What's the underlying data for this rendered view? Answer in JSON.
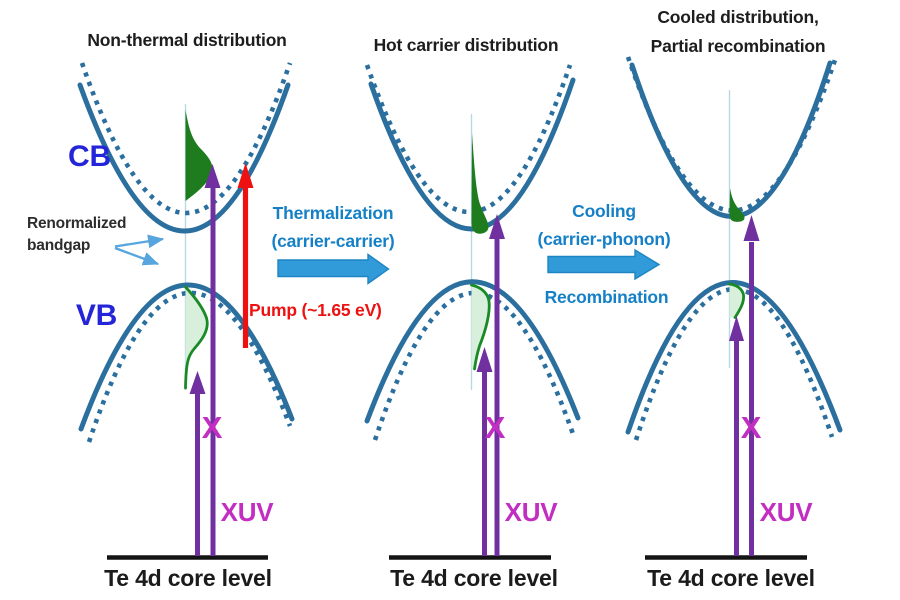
{
  "diagram": {
    "panels": [
      {
        "title": "Non-thermal distribution",
        "x_label": "X",
        "xuv_label": "XUV",
        "core_label": "Te 4d core level"
      },
      {
        "title": "Hot carrier distribution",
        "x_label": "X",
        "xuv_label": "XUV",
        "core_label": "Te 4d core level"
      },
      {
        "title_line1": "Cooled distribution,",
        "title_line2": "Partial recombination",
        "x_label": "X",
        "xuv_label": "XUV",
        "core_label": "Te 4d core level"
      }
    ],
    "band_labels": {
      "cb": "CB",
      "vb": "VB"
    },
    "renormalized": {
      "line1": "Renormalized",
      "line2": "bandgap"
    },
    "transitions": [
      {
        "line1": "Thermalization",
        "line2": "(carrier-carrier)"
      },
      {
        "line1": "Cooling",
        "line2": "(carrier-phonon)",
        "line3": "Recombination"
      }
    ],
    "pump_label": "Pump (~1.65 eV)",
    "colors": {
      "band_curve": "#2b6f9f",
      "band_label_blue": "#2424d8",
      "title_text": "#1d1d1d",
      "transition_text": "#1580c6",
      "transition_arrow_fill": "#319bd9",
      "pointer_arrow_blue": "#56a5de",
      "pump_red": "#ee1111",
      "xuv_purple": "#7030a0",
      "x_magenta": "#c22ec2",
      "electron_green": "#1e7c1f",
      "hole_green_fill": "#d8efdc",
      "hole_green_stroke": "#1a8a27",
      "pale_guide_line": "#b9d8e6",
      "core_level_black": "#141414"
    }
  }
}
